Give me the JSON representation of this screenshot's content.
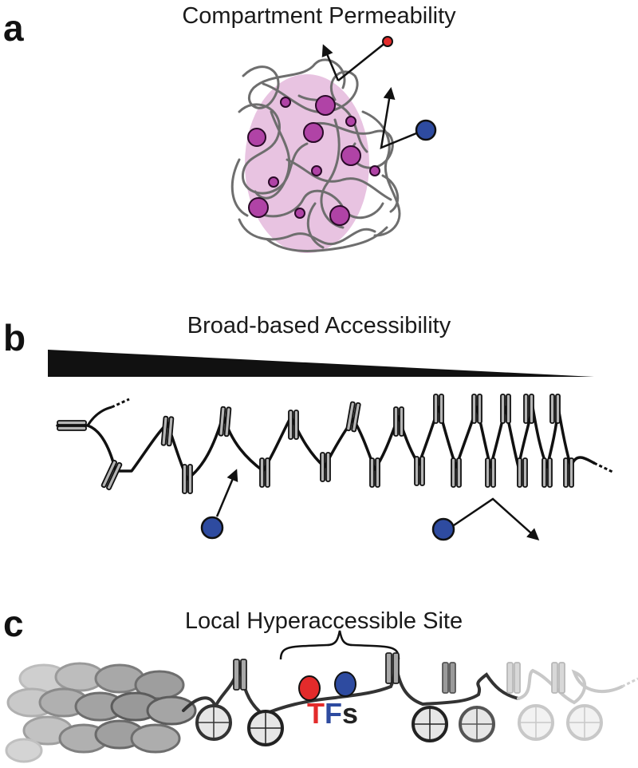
{
  "panels": [
    {
      "letter": "a",
      "title": "Compartment Permeability"
    },
    {
      "letter": "b",
      "title": "Broad-based Accessibility"
    },
    {
      "letter": "c",
      "title": "Local Hyperaccessible Site"
    }
  ],
  "tf_label": {
    "t": "T",
    "f": "F",
    "s": "s"
  },
  "colors": {
    "red_tf": "#e32b2b",
    "blue_tf": "#2e4ba0",
    "magenta_sphere": "#b043a6",
    "pink_blob": "#e8c3e1",
    "chromatin_gray": "#6e6e6e",
    "nucleosome_gray": "#9a9a9a"
  }
}
